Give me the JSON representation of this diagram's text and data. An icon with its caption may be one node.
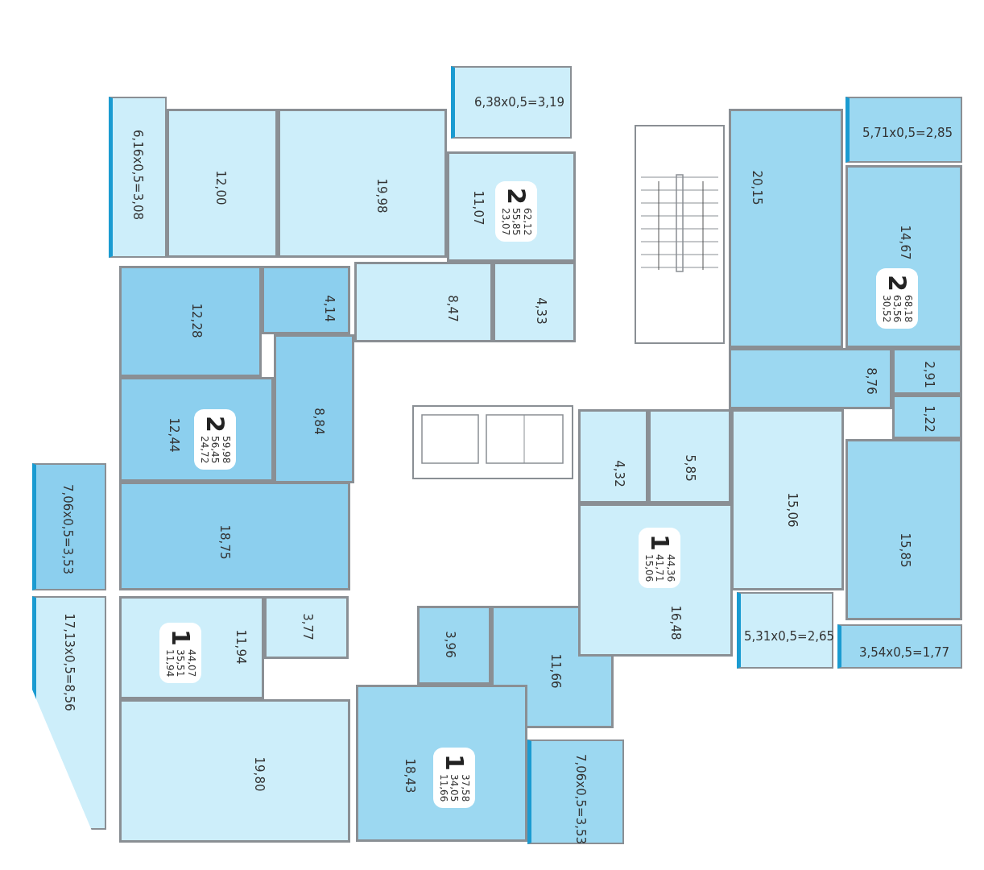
{
  "diagram": {
    "nodes": [
      {
        "text": [
          "6,16x0,5=3,08"
        ]
      },
      {
        "text": [
          "12,00"
        ]
      },
      {
        "text": [
          "19,98"
        ]
      },
      {
        "text": [
          "6,38x0,5=3,19"
        ]
      },
      {
        "text": [
          "11,07"
        ]
      },
      {
        "text": [
          "2",
          "62,12",
          "55,85",
          "23,07"
        ],
        "in": 4
      },
      {
        "text": [
          "8,47"
        ]
      },
      {
        "text": [
          "4,33"
        ]
      },
      {
        "text": [
          "12,28"
        ]
      },
      {
        "text": [
          "4,14"
        ]
      },
      {
        "text": [
          "12,44"
        ]
      },
      {
        "text": [
          "2",
          "59,98",
          "56,45",
          "24,72"
        ],
        "in": 10
      },
      {
        "text": [
          "8,84"
        ]
      },
      {
        "text": [
          "7,06x0,5=3,53"
        ]
      },
      {
        "text": [
          "18,75"
        ]
      },
      {
        "text": [
          "17,13x0,5=8,56"
        ]
      },
      {
        "text": [
          "11,94"
        ]
      },
      {
        "text": [
          "1",
          "44,07",
          "35,51",
          "11,94"
        ],
        "in": 16
      },
      {
        "text": [
          "3,77"
        ]
      },
      {
        "text": [
          "19,80"
        ]
      },
      {
        "text": [
          "3,96"
        ]
      },
      {
        "text": [
          "11,66"
        ]
      },
      {
        "text": [
          "18,43"
        ]
      },
      {
        "text": [
          "1",
          "37,58",
          "34,05",
          "11,66"
        ],
        "in": 22
      },
      {
        "text": [
          "7,06x0,5=3,53"
        ]
      },
      {
        "text": [
          "5,71x0,5=2,85"
        ]
      },
      {
        "text": [
          "20,15"
        ]
      },
      {
        "text": [
          "14,67"
        ]
      },
      {
        "text": [
          "2",
          "68,18",
          "63,56",
          "30,52"
        ],
        "in": 27
      },
      {
        "text": [
          "8,76"
        ]
      },
      {
        "text": [
          "2,91"
        ]
      },
      {
        "text": [
          "1,22"
        ]
      },
      {
        "text": [
          "15,85"
        ]
      },
      {
        "text": [
          "3,54x0,5=1,77"
        ]
      },
      {
        "text": [
          "4,32"
        ]
      },
      {
        "text": [
          "5,85"
        ]
      },
      {
        "text": [
          "15,06"
        ]
      },
      {
        "text": [
          "16,48"
        ]
      },
      {
        "text": [
          "1",
          "44,36",
          "41,71",
          "15,06"
        ],
        "in": 37
      },
      {
        "text": [
          "5,31x0,5=2,65"
        ]
      }
    ]
  }
}
